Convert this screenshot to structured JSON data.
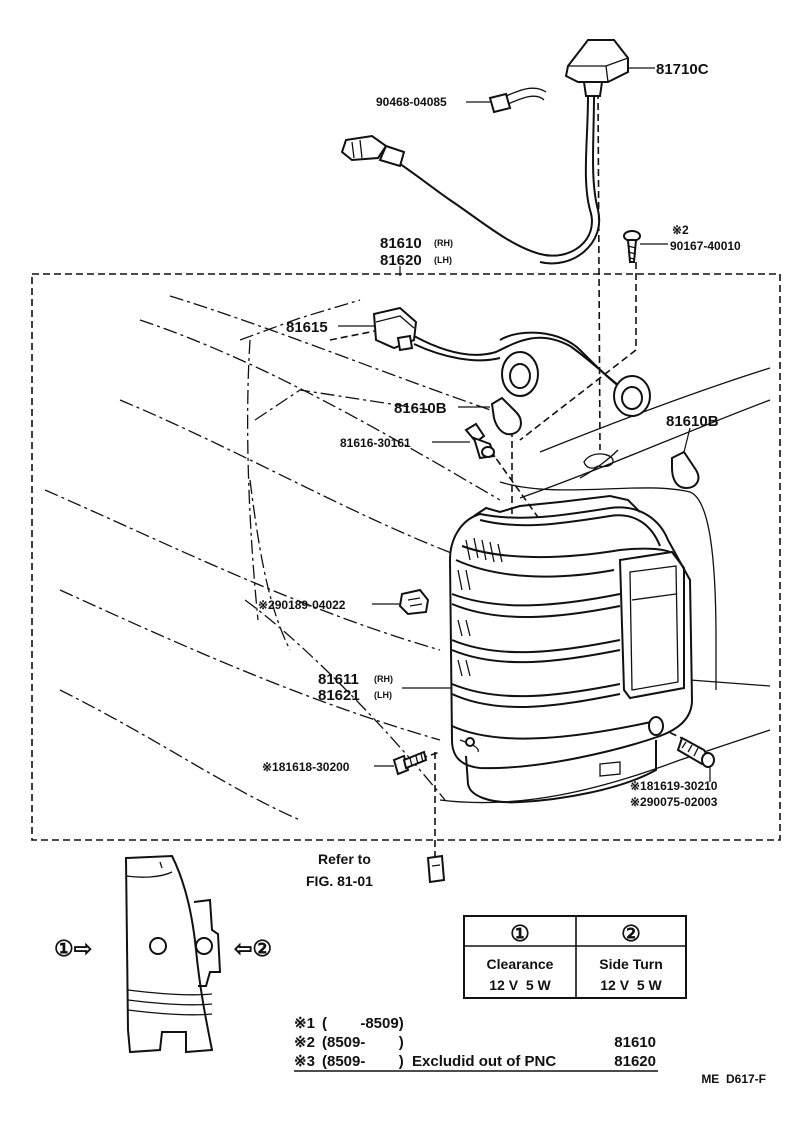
{
  "labels": {
    "switch": "81710C",
    "clip": "90468-04085",
    "screw_top_mark": "※2",
    "screw_top": "90167-40010",
    "assy_rh": "81610",
    "assy_rh_side": "(RH)",
    "assy_lh": "81620",
    "assy_lh_side": "(LH)",
    "socket": "81615",
    "bulb_left": "81610B",
    "bulb_right": "81610B",
    "socket_small": "81616-30161",
    "nut": "※290189-04022",
    "lens_rh": "81611",
    "lens_rh_side": "(RH)",
    "lens_lh": "81621",
    "lens_lh_side": "(LH)",
    "screw_left": "※181618-30200",
    "screw_right_1": "※181619-30210",
    "screw_right_2": "※290075-02003",
    "refer_line1": "Refer to",
    "refer_line2": "FIG. 81-01",
    "arrow_left": "①⇨",
    "arrow_right": "⇦②"
  },
  "legend_table": {
    "columns": [
      {
        "number": "①",
        "name": "Clearance",
        "spec": "12 V  5 W"
      },
      {
        "number": "②",
        "name": "Side Turn",
        "spec": "12 V  5 W"
      }
    ]
  },
  "notes": [
    {
      "mark": "※1",
      "text": "(        -8509)",
      "pnc": ""
    },
    {
      "mark": "※2",
      "text": "(8509-        )",
      "pnc": "81610"
    },
    {
      "mark": "※3",
      "text": "(8509-        )  Excludid out of PNC",
      "pnc": "81620"
    }
  ],
  "figure_code": "ME  D617-F"
}
